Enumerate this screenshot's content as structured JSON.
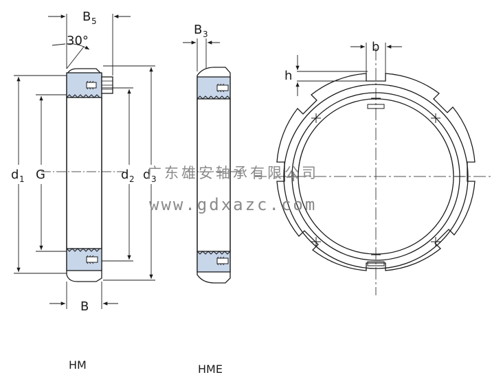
{
  "labels": {
    "b5": "B",
    "b5_sub": "5",
    "angle": "30°",
    "b3": "B",
    "b3_sub": "3",
    "b": "b",
    "h": "h",
    "d1": "d",
    "d1_sub": "1",
    "g": "G",
    "d2": "d",
    "d2_sub": "2",
    "d3": "d",
    "d3_sub": "3",
    "B": "B"
  },
  "captions": {
    "hm": "HM",
    "hme": "HME"
  },
  "watermark": {
    "company": "广东雄安轴承有限公司",
    "url": "www.gdxazc.com"
  },
  "colors": {
    "line": "#1a1a1a",
    "thread_fill": "#c8d6ea",
    "watermark": "#8a8a8a"
  }
}
